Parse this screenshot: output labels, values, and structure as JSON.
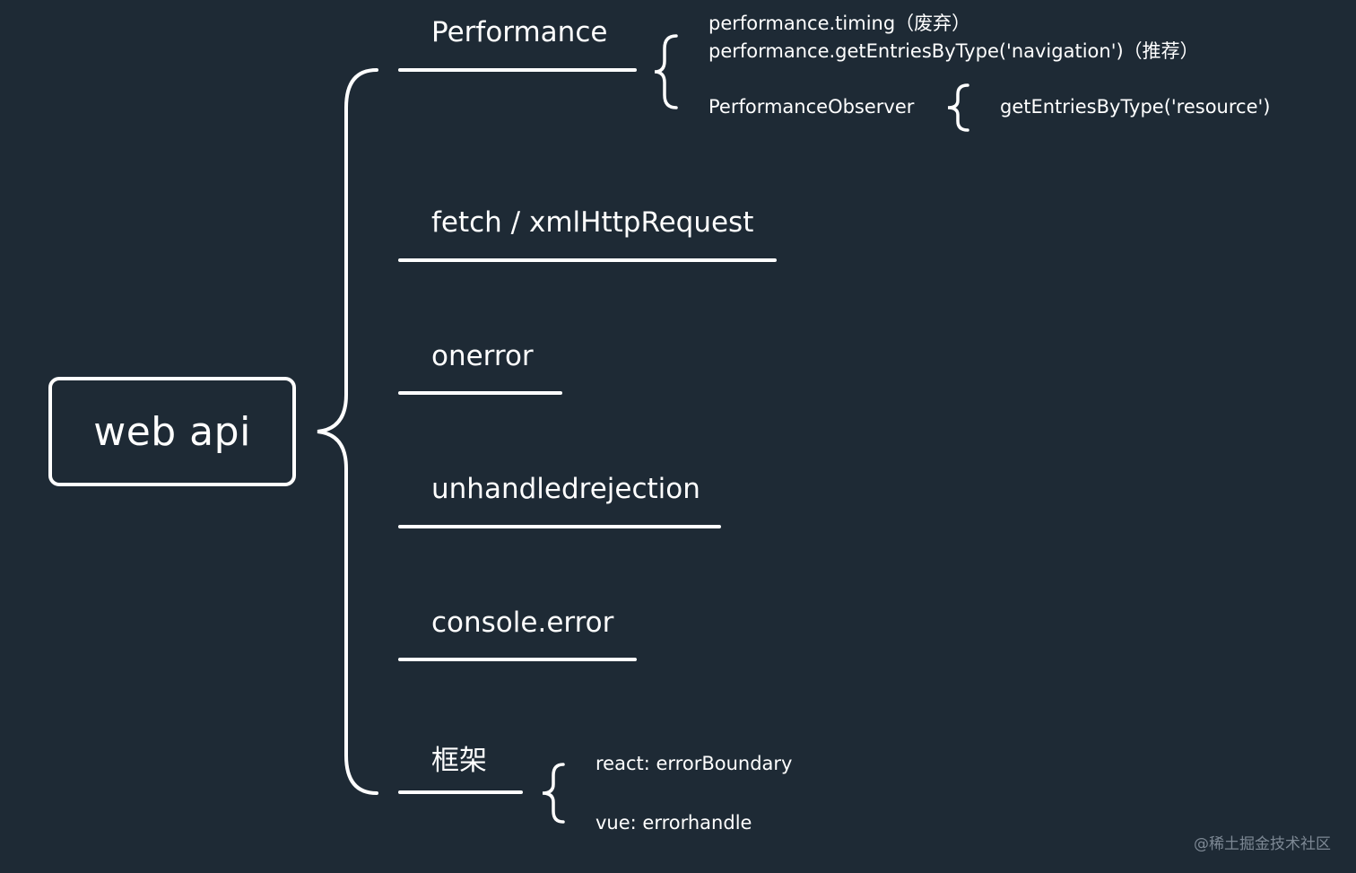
{
  "root": {
    "label": "web api"
  },
  "branches": [
    {
      "label": "Performance",
      "children": [
        {
          "label": "performance.timing（废弃）"
        },
        {
          "label": "performance.getEntriesByType('navigation')（推荐）"
        },
        {
          "label": "PerformanceObserver",
          "children": [
            {
              "label": "getEntriesByType('resource')"
            }
          ]
        }
      ]
    },
    {
      "label": "fetch / xmlHttpRequest"
    },
    {
      "label": "onerror"
    },
    {
      "label": "unhandledrejection"
    },
    {
      "label": "console.error"
    },
    {
      "label": "框架",
      "children": [
        {
          "label": "react: errorBoundary"
        },
        {
          "label": "vue: errorhandle"
        }
      ]
    }
  ],
  "watermark": "@稀土掘金技术社区",
  "colors": {
    "background": "#1e2a35",
    "stroke": "#ffffff",
    "text": "#ffffff",
    "watermark": "#7d8894"
  }
}
